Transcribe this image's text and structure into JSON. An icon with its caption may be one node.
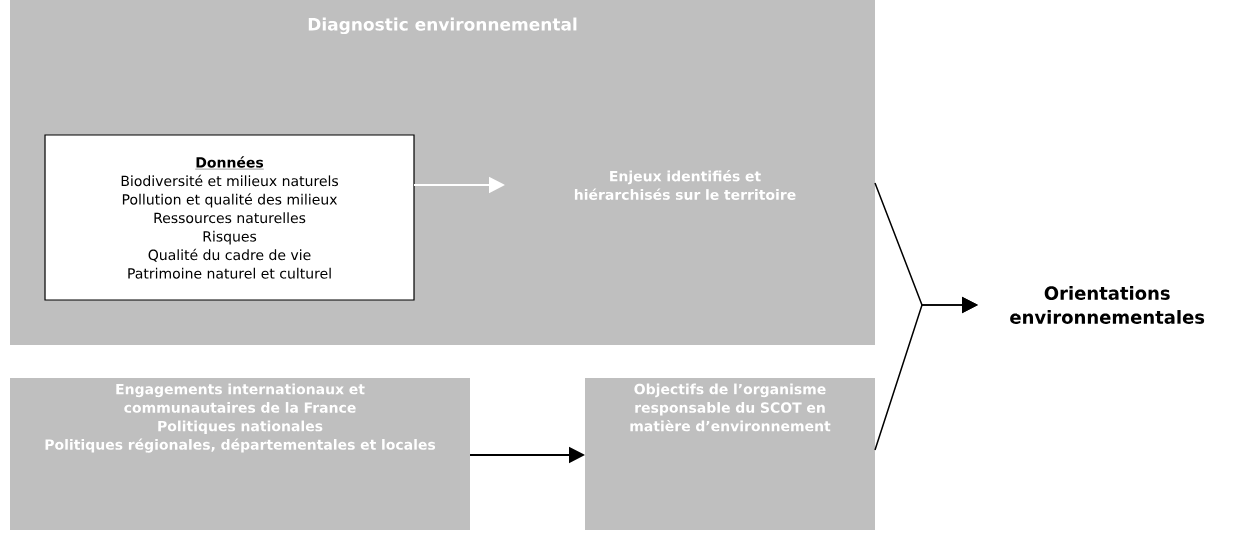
{
  "diagram": {
    "nodes": [
      {
        "text": [
          "Diagnostic environnemental"
        ]
      },
      {
        "text": [
          "Données",
          "Biodiversité et milieux naturels",
          "Pollution et qualité des milieux",
          "Ressources naturelles",
          "Risques",
          "Qualité du cadre de vie",
          "Patrimoine naturel et culturel"
        ],
        "in": 0
      },
      {
        "text": [
          "Enjeux identifiés et hiérarchisés sur le territoire"
        ],
        "in": 0
      },
      {
        "text": [
          "Engagements internationaux et communautaires de la France",
          "Politiques nationales",
          "Politiques régionales, départementales et locales"
        ]
      },
      {
        "text": [
          "Objectifs de l’organisme responsable du SCOT en matière d’environnement"
        ]
      },
      {
        "text": [
          "Orientations environnementales"
        ]
      }
    ],
    "edges": [
      {
        "from": 1,
        "to": 2,
        "arrow": "to",
        "color": "#ffffff"
      },
      {
        "from": 3,
        "to": 4,
        "arrow": "to"
      },
      {
        "from": 0,
        "to": 5,
        "arrow": "to"
      },
      {
        "from": 4,
        "to": 5,
        "arrow": "to"
      }
    ]
  }
}
